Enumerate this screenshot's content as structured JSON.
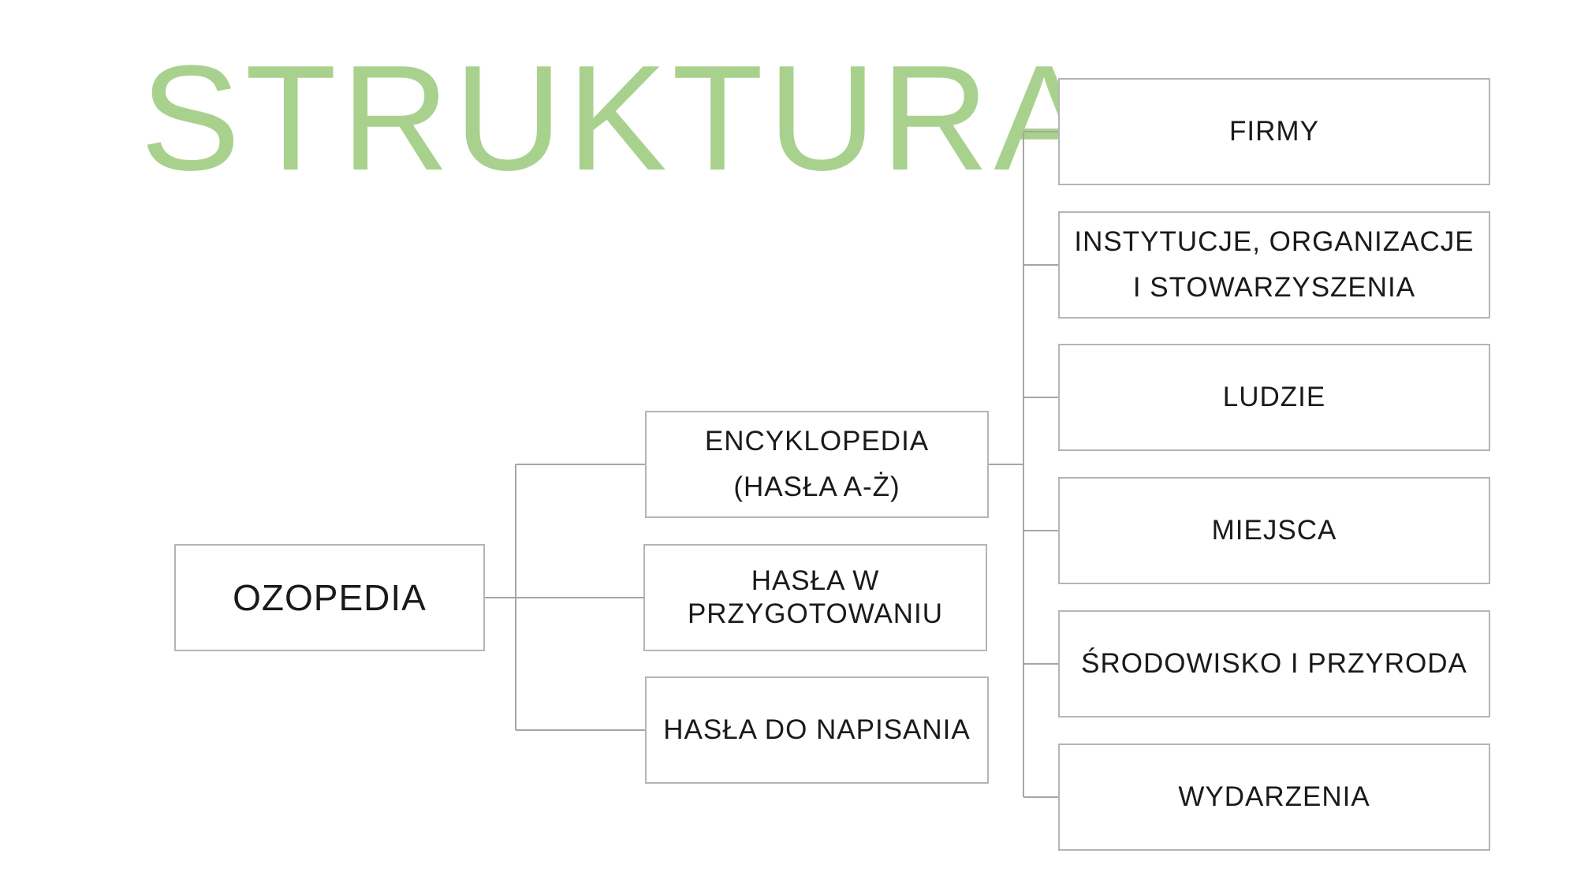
{
  "title": "STRUKTURA",
  "colors": {
    "title": "#a9d18e",
    "box_border": "#b5b5b5",
    "connector": "#a6a6a6",
    "text": "#1a1a1a"
  },
  "root": {
    "label": "OZOPEDIA"
  },
  "level2": [
    {
      "lines": [
        "ENCYKLOPEDIA",
        "(HASŁA A-Ż)"
      ]
    },
    {
      "lines": [
        "HASŁA W",
        "PRZYGOTOWANIU"
      ]
    },
    {
      "lines": [
        "HASŁA DO NAPISANIA"
      ]
    }
  ],
  "level3": [
    {
      "lines": [
        "FIRMY"
      ]
    },
    {
      "lines": [
        "INSTYTUCJE, ORGANIZACJE",
        "I STOWARZYSZENIA"
      ]
    },
    {
      "lines": [
        "LUDZIE"
      ]
    },
    {
      "lines": [
        "MIEJSCA"
      ]
    },
    {
      "lines": [
        "ŚRODOWISKO I PRZYRODA"
      ]
    },
    {
      "lines": [
        "WYDARZENIA"
      ]
    }
  ]
}
